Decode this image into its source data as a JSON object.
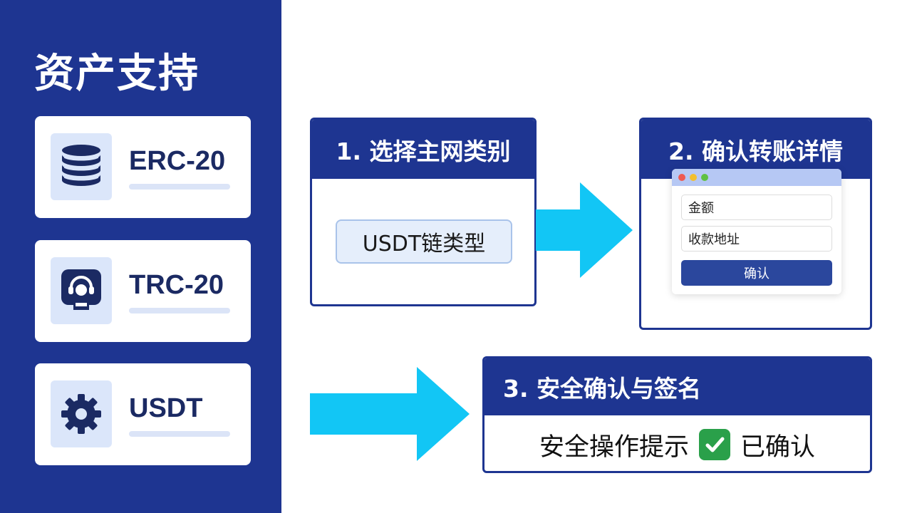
{
  "sidebar": {
    "title": "资产支持",
    "assets": [
      {
        "label": "ERC-20",
        "icon": "database-icon"
      },
      {
        "label": "TRC-20",
        "icon": "support-agent-icon"
      },
      {
        "label": "USDT",
        "icon": "gear-icon"
      }
    ]
  },
  "steps": {
    "step1": {
      "title": "1. 选择主网类别",
      "button_label": "USDT链类型"
    },
    "step2": {
      "title": "2. 确认转账详情",
      "amount_placeholder": "金额",
      "address_placeholder": "收款地址",
      "confirm_label": "确认"
    },
    "step3": {
      "title": "3. 安全确认与签名",
      "prompt_text": "安全操作提示",
      "confirmed_text": "已确认"
    }
  },
  "colors": {
    "primary": "#1e3591",
    "arrow": "#12c6f5",
    "check": "#2aa04a"
  }
}
